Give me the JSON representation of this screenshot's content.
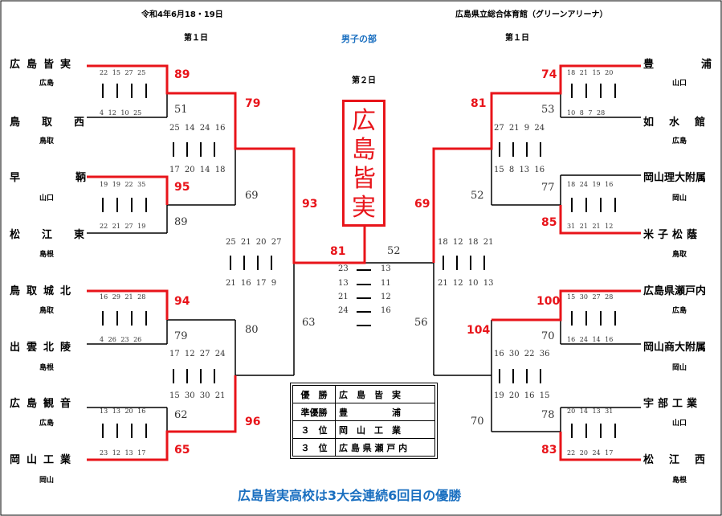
{
  "header": {
    "date": "令和4年6月18・19日",
    "venue": "広島県立総合体育館（グリーンアリーナ）",
    "division": "男子の部",
    "day1_left": "第１日",
    "day1_right": "第１日",
    "day2": "第２日"
  },
  "left_teams": [
    {
      "name": "広島皆実",
      "pref": "広島"
    },
    {
      "name": "鳥取西",
      "pref": "鳥取"
    },
    {
      "name": "早鞆",
      "pref": "山口"
    },
    {
      "name": "松江東",
      "pref": "島根"
    },
    {
      "name": "鳥取城北",
      "pref": "鳥取"
    },
    {
      "name": "出雲北陵",
      "pref": "島根"
    },
    {
      "name": "広島観音",
      "pref": "広島"
    },
    {
      "name": "岡山工業",
      "pref": "岡山"
    }
  ],
  "right_teams": [
    {
      "name": "豊浦",
      "pref": "山口"
    },
    {
      "name": "如水館",
      "pref": "広島"
    },
    {
      "name": "岡山理大附属",
      "pref": "岡山"
    },
    {
      "name": "米子松蔭",
      "pref": "鳥取"
    },
    {
      "name": "広島県瀬戸内",
      "pref": "広島"
    },
    {
      "name": "岡山商大附属",
      "pref": "岡山"
    },
    {
      "name": "宇部工業",
      "pref": "山口"
    },
    {
      "name": "松江西",
      "pref": "島根"
    }
  ],
  "left_r1": [
    {
      "top": "22 15 27 25",
      "bottom": "4 12 10 25",
      "s1": "89",
      "s2": "51"
    },
    {
      "top": "19 19 22 35",
      "bottom": "22 21 27 19",
      "s1": "95",
      "s2": "89"
    },
    {
      "top": "16 29 21 28",
      "bottom": "4 26 23 26",
      "s1": "94",
      "s2": "79"
    },
    {
      "top": "13 13 20 16",
      "bottom": "23 12 13 17",
      "s1": "62",
      "s2": "65"
    }
  ],
  "left_sf": [
    {
      "top": "25 14 24 16",
      "bottom": "17 20 14 18",
      "s1": "79",
      "s2": "69"
    },
    {
      "top": "17 12 27 24",
      "bottom": "15 30 30 21",
      "s1": "80",
      "s2": "96"
    }
  ],
  "left_semi": {
    "top": "25 21 20 27",
    "bottom": "21 16 17 9",
    "s1": "93",
    "s2": "63"
  },
  "right_r1": [
    {
      "top": "18 21 15 20",
      "bottom": "10 8 7 28",
      "s1": "74",
      "s2": "53"
    },
    {
      "top": "18 24 19 16",
      "bottom": "31 21 21 12",
      "s1": "77",
      "s2": "85"
    },
    {
      "top": "15 30 27 28",
      "bottom": "16 24 14 16",
      "s1": "100",
      "s2": "70"
    },
    {
      "top": "20 14 13 31",
      "bottom": "22 20 24 17",
      "s1": "78",
      "s2": "83"
    }
  ],
  "right_sf": [
    {
      "top": "27 21 9 24",
      "bottom": "15 8 13 16",
      "s1": "81",
      "s2": "52"
    },
    {
      "top": "16 30 22 36",
      "bottom": "19 20 16 15",
      "s1": "104",
      "s2": "70"
    }
  ],
  "right_semi": {
    "top": "18 12 18 21",
    "bottom": "21 12 10 13",
    "s1": "69",
    "s2": "56"
  },
  "final": {
    "left_score": "81",
    "right_score": "52",
    "periods": [
      [
        "23",
        "13"
      ],
      [
        "13",
        "11"
      ],
      [
        "21",
        "12"
      ],
      [
        "24",
        "16"
      ]
    ]
  },
  "champion_box": "広島皆実",
  "results": [
    {
      "rank": "優　勝",
      "team": "広　島　皆　実"
    },
    {
      "rank": "準優勝",
      "team": "豊　　　　　浦"
    },
    {
      "rank": "３　位",
      "team": "岡　山　工　業"
    },
    {
      "rank": "３　位",
      "team": "広 島 県 瀬 戸 内"
    }
  ],
  "footer": "広島皆実高校は3大会連続6回目の優勝",
  "colors": {
    "winner_line": "#e8141a",
    "accent_blue": "#1a6fc0"
  }
}
